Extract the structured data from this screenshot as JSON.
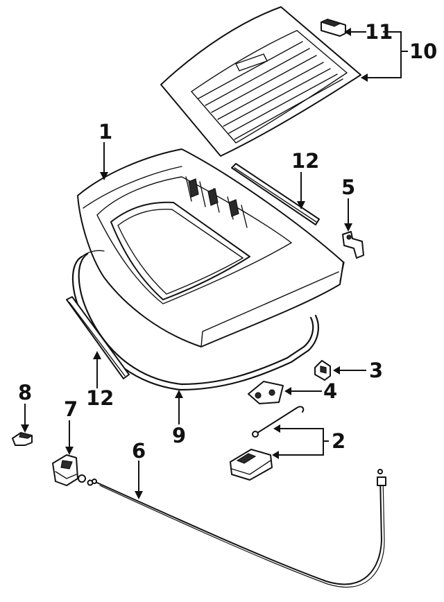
{
  "callouts": {
    "c1": "1",
    "c2": "2",
    "c3": "3",
    "c4": "4",
    "c5": "5",
    "c6": "6",
    "c7": "7",
    "c8": "8",
    "c9": "9",
    "c10": "10",
    "c11": "11",
    "c12_top": "12",
    "c12_bottom": "12"
  },
  "colors": {
    "line": "#111111",
    "background": "#ffffff"
  }
}
